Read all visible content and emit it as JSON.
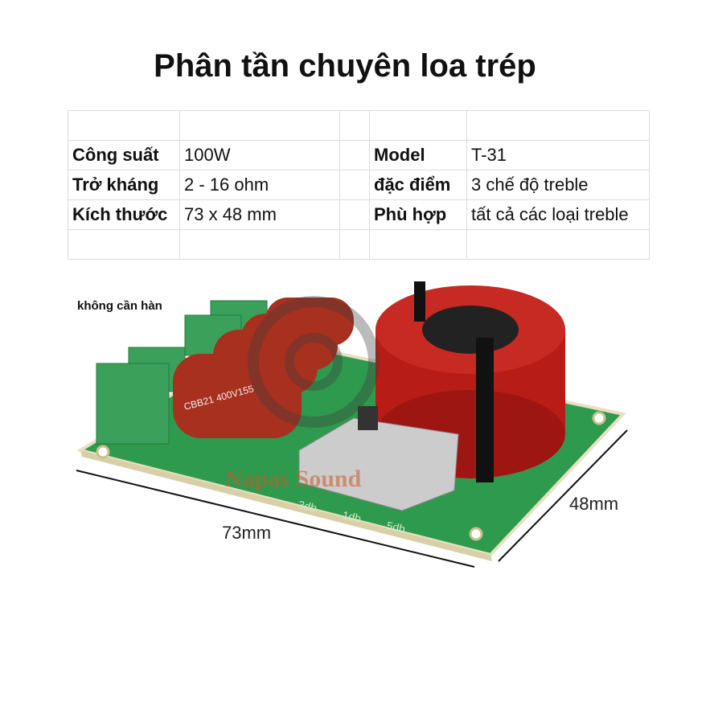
{
  "title": "Phân tần chuyên loa trép",
  "specs": {
    "rows": [
      {
        "k1": "Công suất",
        "v1": "100W",
        "k2": "Model",
        "v2": "T-31"
      },
      {
        "k1": "Trở kháng",
        "v1": "2 - 16 ohm",
        "k2": "đặc điểm",
        "v2": "3 chế độ treble"
      },
      {
        "k1": "Kích thước",
        "v1": "73 x 48 mm",
        "k2": "Phù hợp",
        "v2": "tất cả các loại treble"
      }
    ]
  },
  "photo": {
    "note": "không cần hàn",
    "width_label": "73mm",
    "depth_label": "48mm",
    "watermark": "Napas Sound",
    "capacitor_text": "CBB21 400V155",
    "board_labels": [
      "3db",
      "1db",
      "5db"
    ],
    "colors": {
      "board": "#2e9a4e",
      "capacitor": "#a8301e",
      "coil": "#c0201a",
      "terminal": "#3aa05a"
    }
  }
}
